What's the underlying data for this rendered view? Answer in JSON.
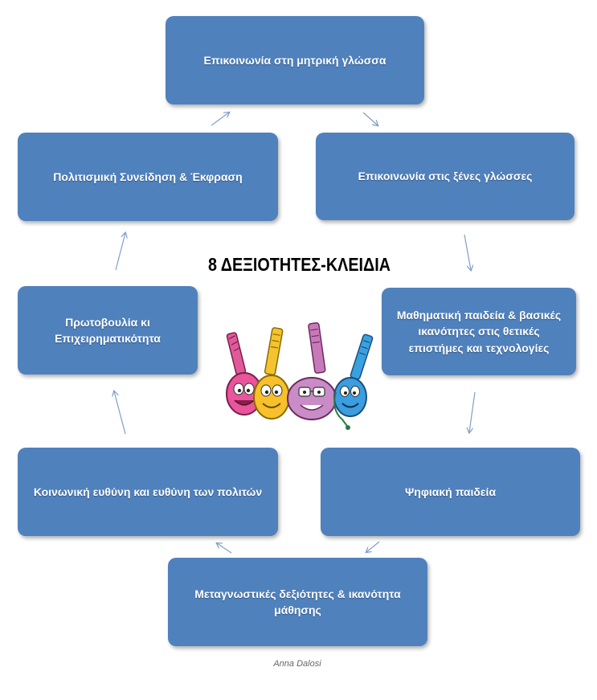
{
  "title": "8 ΔΕΞΙΟΤΗΤΕΣ-ΚΛΕΙΔΙΑ",
  "competences": [
    "Επικοινωνία στη μητρική γλώσσα",
    "Επικοινωνία στις ξένες γλώσσες",
    "Μαθηματική παιδεία & βασικές\nικανότητες στις θετικές\nεπιστήμες και τεχνολογίες",
    "Ψηφιακή παιδεία",
    "Μεταγνωστικές δεξιότητες & ικανότητα\nμάθησης",
    "Κοινωνική ευθύνη και ευθύνη των πολιτών",
    "Πρωτοβουλία κι\nΕπιχειρηματικότητα",
    "Πολιτισμική Συνείδηση & Έκφραση"
  ],
  "credit": "Anna Dalosi",
  "colors": {
    "box_fill": "#4f81bd",
    "box_text": "#ffffff",
    "arrow": "#7f9fc8",
    "title_text": "#000000"
  },
  "mascot_icon": "four-smiling-key-characters-icon"
}
